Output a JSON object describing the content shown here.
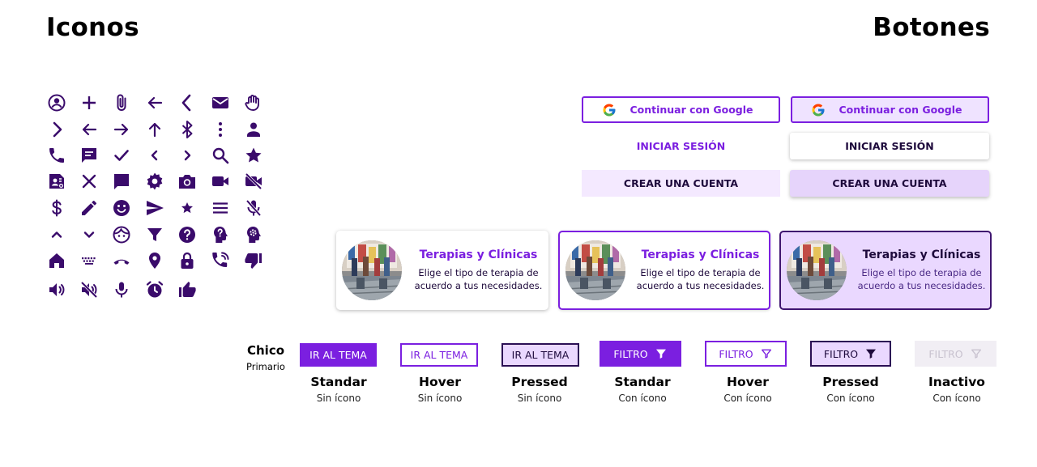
{
  "headings": {
    "icons": "Iconos",
    "buttons": "Botones"
  },
  "icons": [
    "account-circle-icon",
    "plus-icon",
    "paperclip-icon",
    "arrow-left-icon",
    "chevron-left-icon",
    "mail-icon",
    "hand-icon",
    "chevron-right-icon",
    "arrow-left-icon",
    "arrow-right-icon",
    "arrow-up-icon",
    "bluetooth-icon",
    "more-vertical-icon",
    "person-icon",
    "phone-icon",
    "chat-icon",
    "check-icon",
    "small-chevron-left-icon",
    "small-chevron-right-icon",
    "search-icon",
    "star-icon",
    "contact-page-icon",
    "close-icon",
    "comment-icon",
    "settings-icon",
    "camera-icon",
    "videocam-icon",
    "videocam-off-icon",
    "dollar-icon",
    "pencil-icon",
    "smile-icon",
    "send-icon",
    "small-star-icon",
    "menu-icon",
    "mic-off-icon",
    "chevron-up-icon",
    "chevron-down-icon",
    "face-icon",
    "filter-icon",
    "help-circle-icon",
    "psychology-help-icon",
    "psychology-gear-icon",
    "home-icon",
    "keyboard-icon",
    "phone-hangup-icon",
    "location-pin-icon",
    "lock-icon",
    "phone-in-talk-icon",
    "thumb-down-icon",
    "volume-up-icon",
    "volume-off-icon",
    "mic-icon",
    "alarm-icon",
    "thumb-up-icon"
  ],
  "top_buttons": {
    "google_label": "Continuar con Google",
    "login_label": "INICIAR SESIÓN",
    "create_label": "CREAR UNA CUENTA"
  },
  "cards": [
    {
      "title": "Terapias y Clínicas",
      "desc": "Elige el tipo de terapia de acuerdo a tus necesidades."
    },
    {
      "title": "Terapias y Clínicas",
      "desc": "Elige el tipo de terapia de acuerdo a tus necesidades."
    },
    {
      "title": "Terapias y Clínicas",
      "desc": "Elige el tipo de terapia de acuerdo a tus necesidades."
    }
  ],
  "small": {
    "size_label": "Chico",
    "variant_label": "Primario",
    "tema_label": "IR AL TEMA",
    "filtro_label": "FILTRO",
    "states": [
      {
        "title": "Standar",
        "sub": "Sin ícono"
      },
      {
        "title": "Hover",
        "sub": "Sin ícono"
      },
      {
        "title": "Pressed",
        "sub": "Sin ícono"
      },
      {
        "title": "Standar",
        "sub": "Con ícono"
      },
      {
        "title": "Hover",
        "sub": "Con ícono"
      },
      {
        "title": "Pressed",
        "sub": "Con ícono"
      },
      {
        "title": "Inactivo",
        "sub": "Con ícono"
      }
    ]
  },
  "colors": {
    "primary": "#7b1fe0",
    "dark": "#2b0f55",
    "icon": "#3a0b6b",
    "light": "#ead8ff"
  }
}
